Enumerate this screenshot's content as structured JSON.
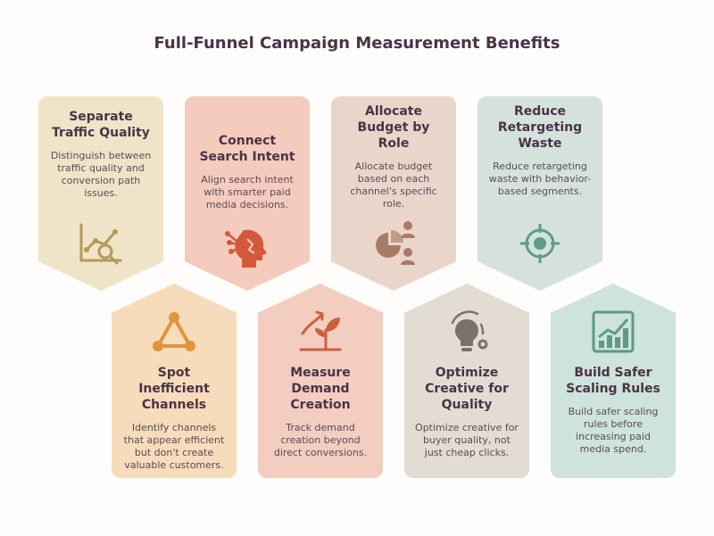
{
  "title": "Full-Funnel Campaign Measurement Benefits",
  "cards": [
    {
      "heading": "Separate Traffic Quality",
      "desc": "Distinguish between traffic quality and conversion path issues.",
      "icon": "chart-search-icon",
      "color": "#efe4c8",
      "accent": "#b39a57"
    },
    {
      "heading": "Connect Search Intent",
      "desc": "Align search intent with smarter paid media decisions.",
      "icon": "head-network-icon",
      "color": "#f4cbbd",
      "accent": "#d4583a"
    },
    {
      "heading": "Allocate Budget by Role",
      "desc": "Allocate budget based on each channel's specific role.",
      "icon": "pie-people-icon",
      "color": "#ead5cb",
      "accent": "#a77b67"
    },
    {
      "heading": "Reduce Retargeting Waste",
      "desc": "Reduce retargeting waste with behavior-based segments.",
      "icon": "target-icon",
      "color": "#d5e2dc",
      "accent": "#5e9b8a"
    },
    {
      "heading": "Spot Inefficient Channels",
      "desc": "Identify channels that appear efficient but don't create valuable customers.",
      "icon": "triangle-nodes-icon",
      "color": "#f6dcba",
      "accent": "#e0953d"
    },
    {
      "heading": "Measure Demand Creation",
      "desc": "Track demand creation beyond direct conversions.",
      "icon": "growth-plant-icon",
      "color": "#f2cdc0",
      "accent": "#c9603e"
    },
    {
      "heading": "Optimize Creative for Quality",
      "desc": "Optimize creative for buyer quality, not just cheap clicks.",
      "icon": "lightbulb-gear-icon",
      "color": "#e2dcd3",
      "accent": "#7b716b"
    },
    {
      "heading": "Build Safer Scaling Rules",
      "desc": "Build safer scaling rules before increasing paid media spend.",
      "icon": "growth-chart-icon",
      "color": "#cde3dc",
      "accent": "#5c9a87"
    }
  ]
}
